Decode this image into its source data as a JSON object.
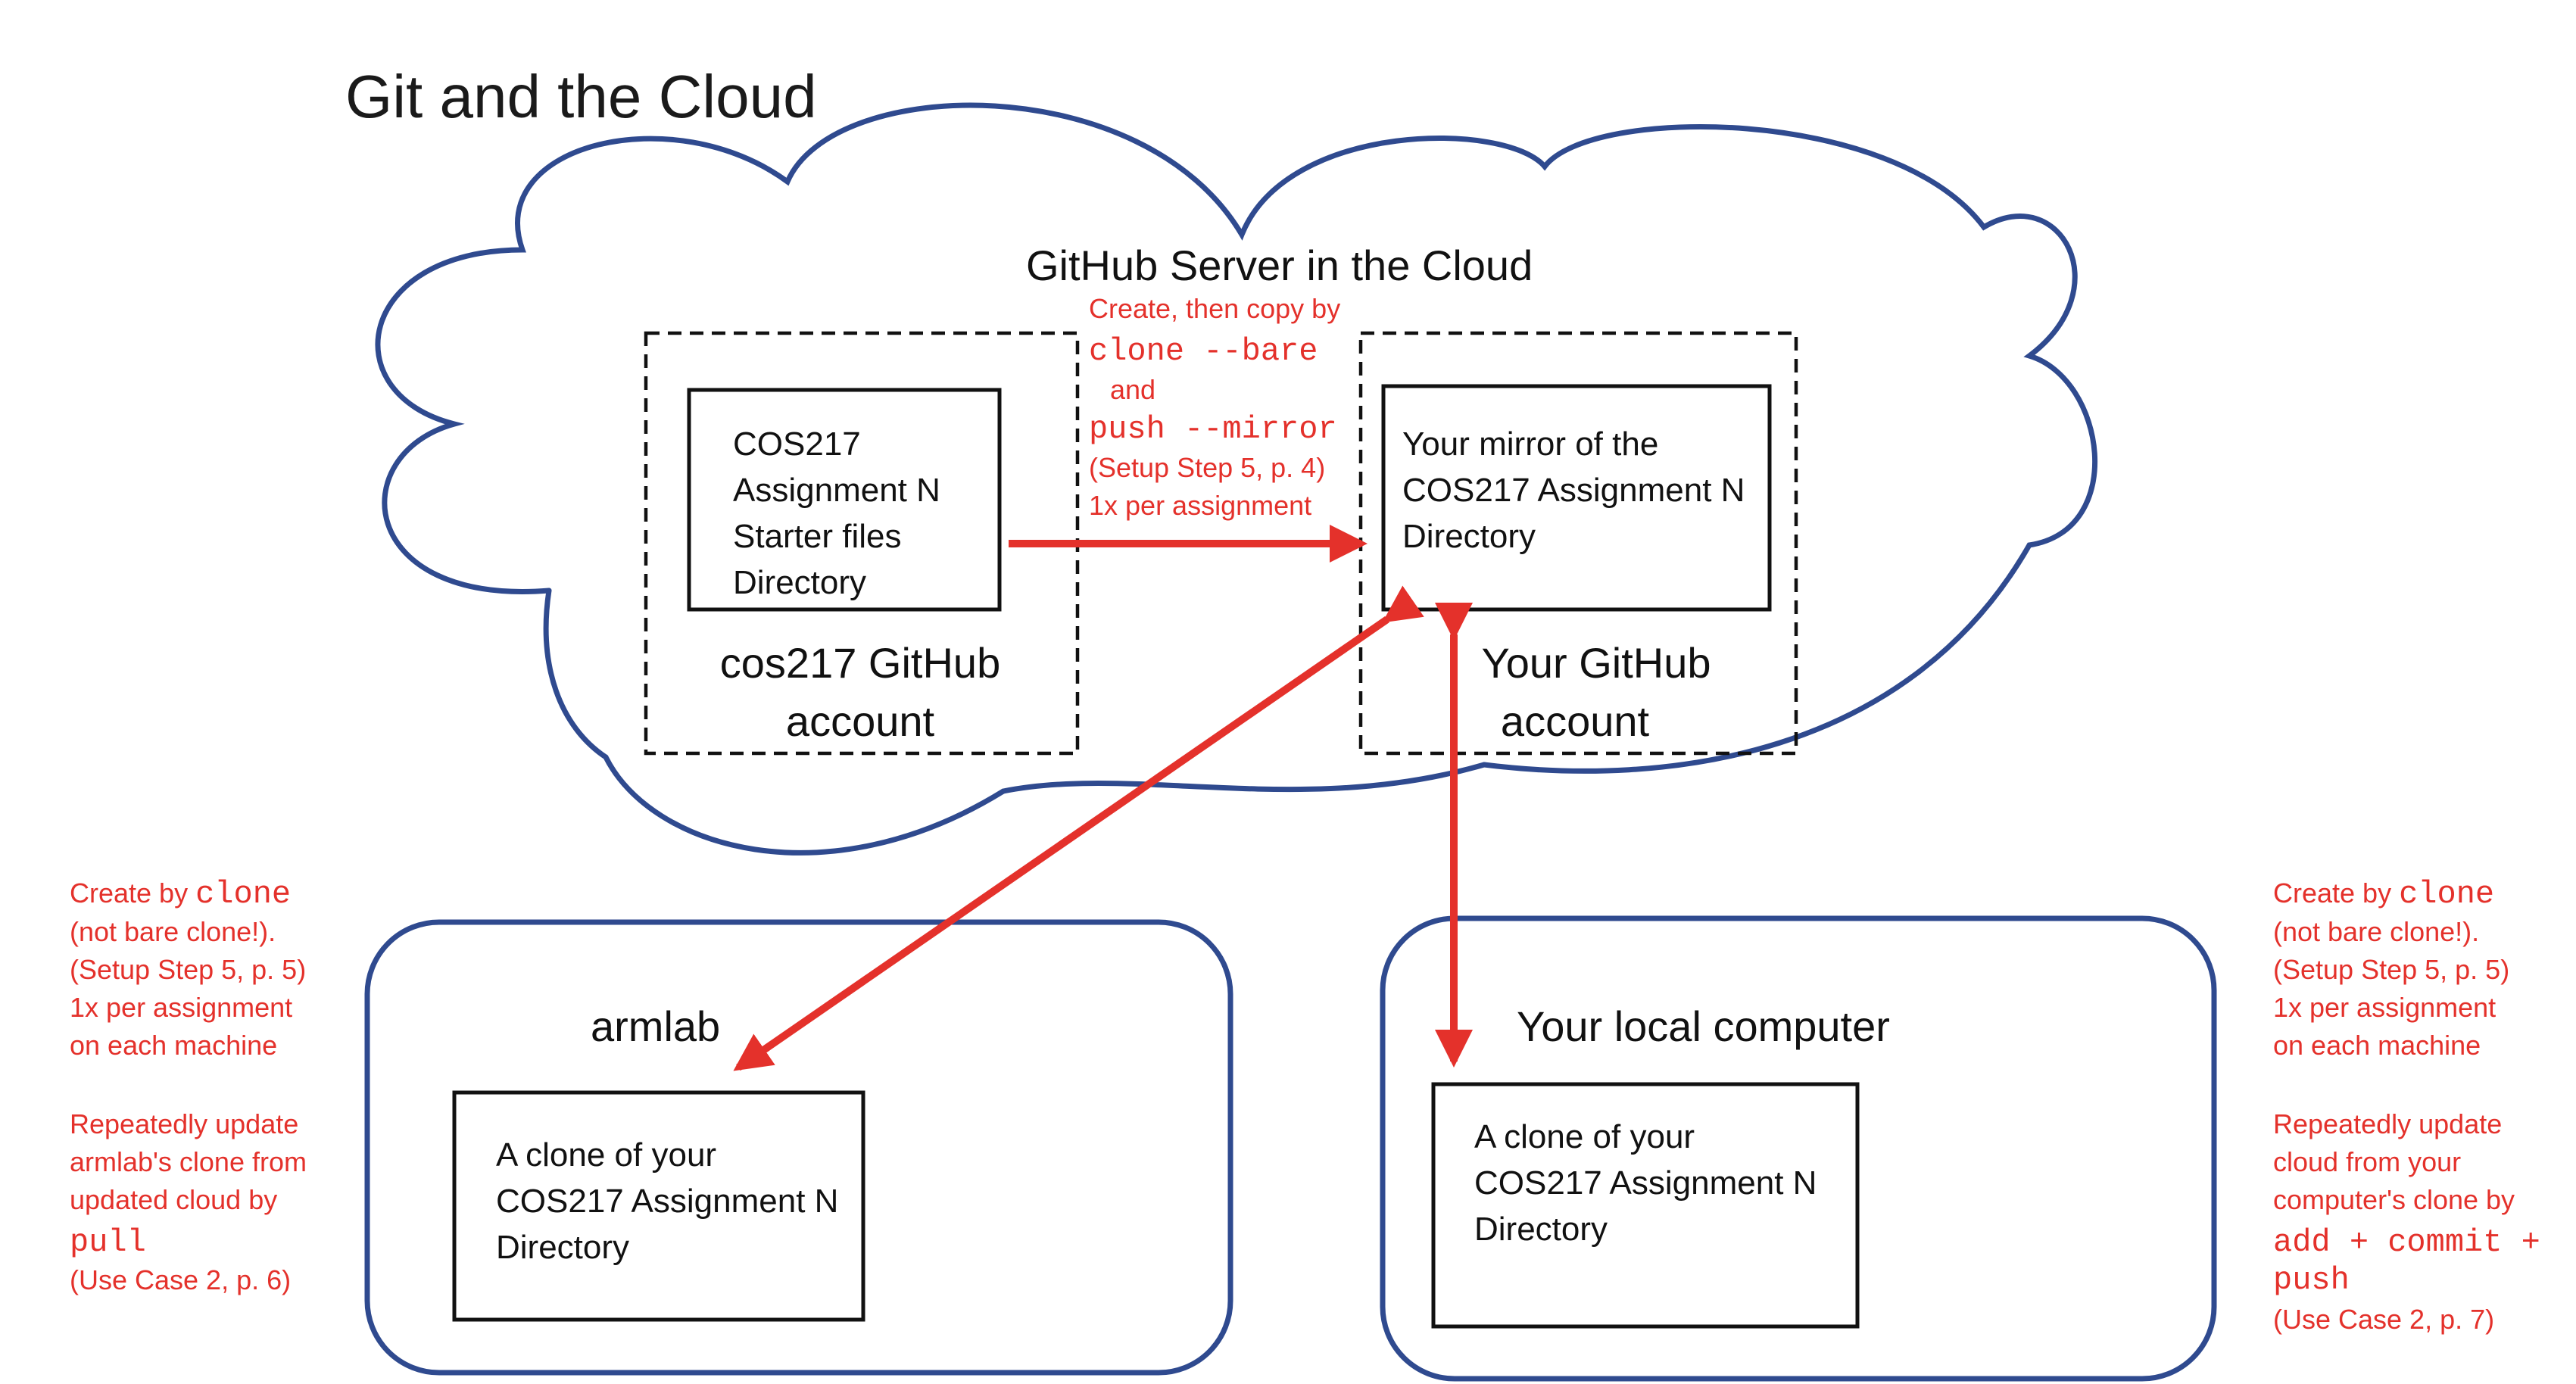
{
  "title": "Git and the Cloud",
  "cloud": {
    "label": "GitHub Server in the Cloud"
  },
  "accounts": {
    "cos217": {
      "label_line1": "cos217 GitHub",
      "label_line2": "account",
      "box_lines": [
        "COS217",
        "Assignment N",
        "Starter files",
        "Directory"
      ]
    },
    "yours": {
      "label_line1": "Your GitHub",
      "label_line2": "account",
      "box_lines": [
        "Your mirror of the",
        "COS217 Assignment N",
        "Directory"
      ]
    }
  },
  "copy_note": {
    "line1": "Create, then copy by",
    "code1": "clone --bare",
    "and": "and",
    "code2": "push --mirror",
    "line3": "(Setup Step 5, p. 4)",
    "line4": "1x per assignment"
  },
  "armlab": {
    "label": "armlab",
    "box_lines": [
      "A clone of your",
      "COS217 Assignment N",
      "Directory"
    ]
  },
  "local": {
    "label": "Your local computer",
    "box_lines": [
      "A clone of your",
      "COS217 Assignment N",
      "Directory"
    ]
  },
  "left_note": {
    "create_prefix": "Create by ",
    "create_code": "clone",
    "lines1": [
      "(not bare clone!).",
      "(Setup Step 5, p. 5)",
      "1x per assignment",
      "on each machine"
    ],
    "lines2": [
      "Repeatedly update",
      "armlab's clone from",
      "updated cloud by"
    ],
    "code": "pull",
    "final": "(Use Case 2, p. 6)"
  },
  "right_note": {
    "create_prefix": "Create by ",
    "create_code": "clone",
    "lines1": [
      "(not bare clone!).",
      "(Setup Step 5, p. 5)",
      "1x per assignment",
      "on each machine"
    ],
    "lines2": [
      "Repeatedly update",
      "cloud from your",
      "computer's clone by"
    ],
    "code_line1": "add + commit +",
    "code_line2": "push",
    "final": "(Use Case 2, p. 7)"
  },
  "colors": {
    "annotation": "#e4312b",
    "cloud_outline": "#2f4a8f",
    "text": "#111111"
  }
}
